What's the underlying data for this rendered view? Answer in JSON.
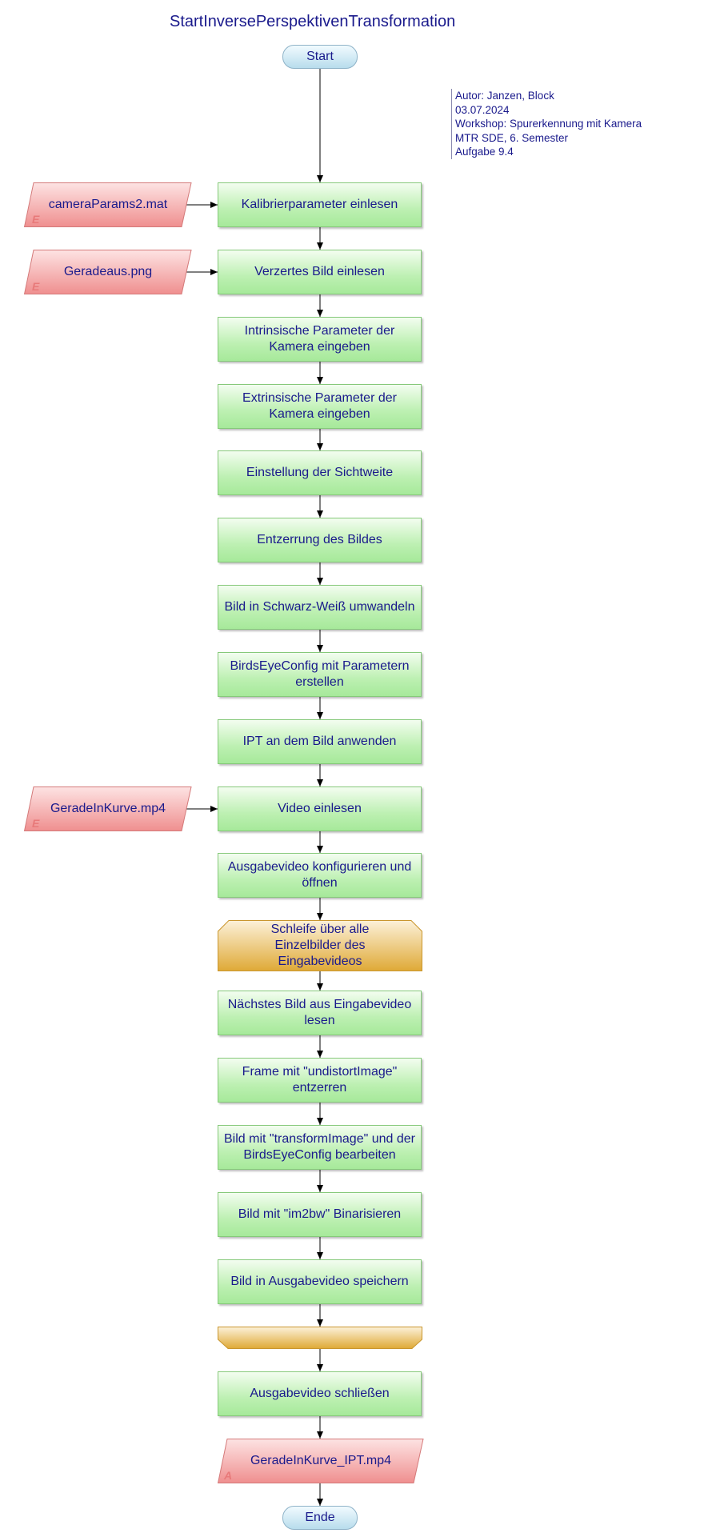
{
  "title": "StartInversePerspektivenTransformation",
  "note": [
    "Autor: Janzen, Block",
    "03.07.2024",
    "Workshop: Spurerkennung mit Kamera",
    "MTR SDE, 6. Semester",
    "Aufgabe 9.4"
  ],
  "start": "Start",
  "end": "Ende",
  "inputs": [
    {
      "label": "cameraParams2.mat",
      "tag": "E"
    },
    {
      "label": "Geradeaus.png",
      "tag": "E"
    },
    {
      "label": "GeradeInKurve.mp4",
      "tag": "E"
    }
  ],
  "steps": [
    "Kalibrierparameter einlesen",
    "Verzertes Bild einlesen",
    "Intrinsische Parameter der Kamera eingeben",
    "Extrinsische Parameter der Kamera eingeben",
    "Einstellung der Sichtweite",
    "Entzerrung des Bildes",
    "Bild in Schwarz-Weiß umwandeln",
    "BirdsEyeConfig mit Parametern erstellen",
    "IPT an dem Bild anwenden",
    "Video einlesen",
    "Ausgabevideo konfigurieren und öffnen"
  ],
  "loop": {
    "label": "Schleife über alle Einzelbilder des Eingabevideos",
    "steps": [
      "Nächstes Bild aus Eingabevideo lesen",
      "Frame mit \"undistortImage\" entzerren",
      "Bild mit \"transformImage\" und der BirdsEyeConfig bearbeiten",
      "Bild mit \"im2bw\" Binarisieren",
      "Bild in Ausgabevideo speichern"
    ]
  },
  "final_step": "Ausgabevideo schließen",
  "output": {
    "label": "GeradeInKurve_IPT.mp4",
    "tag": "A"
  },
  "colors": {
    "text": "#1a1a8c",
    "process": "#a6e99a",
    "io": "#ef8f8f",
    "loop": "#e0ab38",
    "terminal": "#bfe0ef"
  }
}
